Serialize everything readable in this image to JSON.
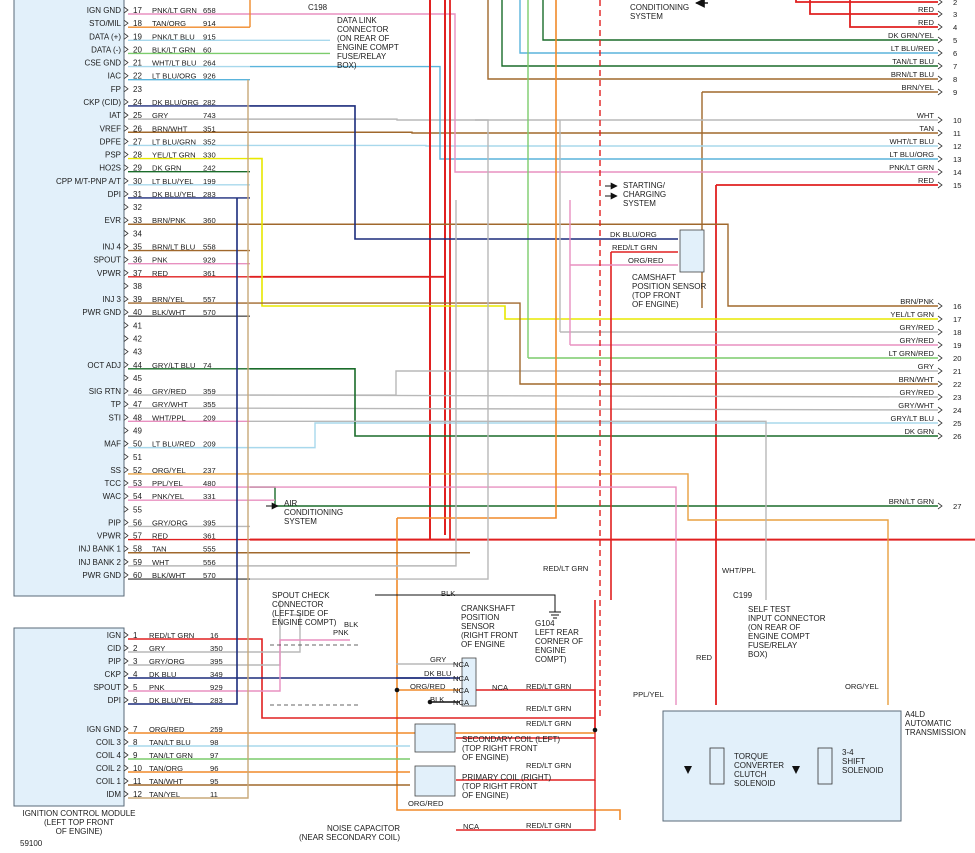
{
  "figure_id": "59100",
  "ecm_pins": [
    {
      "n": "17",
      "label": "IGN GND",
      "wire": "PNK/LT GRN",
      "circuit": "658",
      "color": "#e890c0"
    },
    {
      "n": "18",
      "label": "STO/MIL",
      "wire": "TAN/ORG",
      "circuit": "914",
      "color": "#f08a2a"
    },
    {
      "n": "19",
      "label": "DATA (+)",
      "wire": "PNK/LT BLU",
      "circuit": "915",
      "color": "#a8d8ec"
    },
    {
      "n": "20",
      "label": "DATA (-)",
      "wire": "BLK/LT GRN",
      "circuit": "60",
      "color": "#7ccc6c"
    },
    {
      "n": "21",
      "label": "CSE GND",
      "wire": "WHT/LT BLU",
      "circuit": "264",
      "color": "#a8d8ec"
    },
    {
      "n": "22",
      "label": "IAC",
      "wire": "LT BLU/ORG",
      "circuit": "926",
      "color": "#5ab4dc"
    },
    {
      "n": "23",
      "label": "FP",
      "wire": "",
      "circuit": "",
      "color": ""
    },
    {
      "n": "24",
      "label": "CKP (CID)",
      "wire": "DK BLU/ORG",
      "circuit": "282",
      "color": "#1c2c7c"
    },
    {
      "n": "25",
      "label": "IAT",
      "wire": "GRY",
      "circuit": "743",
      "color": "#b8b8b8"
    },
    {
      "n": "26",
      "label": "VREF",
      "wire": "BRN/WHT",
      "circuit": "351",
      "color": "#a0682c"
    },
    {
      "n": "27",
      "label": "DPFE",
      "wire": "LT BLU/GRN",
      "circuit": "352",
      "color": "#a8d8ec"
    },
    {
      "n": "28",
      "label": "PSP",
      "wire": "YEL/LT GRN",
      "circuit": "330",
      "color": "#e8e800"
    },
    {
      "n": "29",
      "label": "HO2S",
      "wire": "DK GRN",
      "circuit": "242",
      "color": "#1a6c2a"
    },
    {
      "n": "30",
      "label": "CPP M/T-PNP A/T",
      "wire": "LT BLU/YEL",
      "circuit": "199",
      "color": "#a8d8ec"
    },
    {
      "n": "31",
      "label": "DPI",
      "wire": "DK BLU/YEL",
      "circuit": "283",
      "color": "#1c2c7c"
    },
    {
      "n": "32",
      "label": "",
      "wire": "",
      "circuit": "",
      "color": ""
    },
    {
      "n": "33",
      "label": "EVR",
      "wire": "BRN/PNK",
      "circuit": "360",
      "color": "#a0682c"
    },
    {
      "n": "34",
      "label": "",
      "wire": "",
      "circuit": "",
      "color": ""
    },
    {
      "n": "35",
      "label": "INJ 4",
      "wire": "BRN/LT BLU",
      "circuit": "558",
      "color": "#a0682c"
    },
    {
      "n": "36",
      "label": "SPOUT",
      "wire": "PNK",
      "circuit": "929",
      "color": "#e890c0"
    },
    {
      "n": "37",
      "label": "VPWR",
      "wire": "RED",
      "circuit": "361",
      "color": "#e02020"
    },
    {
      "n": "38",
      "label": "",
      "wire": "",
      "circuit": "",
      "color": ""
    },
    {
      "n": "39",
      "label": "INJ 3",
      "wire": "BRN/YEL",
      "circuit": "557",
      "color": "#a0682c"
    },
    {
      "n": "40",
      "label": "PWR GND",
      "wire": "BLK/WHT",
      "circuit": "570",
      "color": "#555555"
    },
    {
      "n": "41",
      "label": "",
      "wire": "",
      "circuit": "",
      "color": ""
    },
    {
      "n": "42",
      "label": "",
      "wire": "",
      "circuit": "",
      "color": ""
    },
    {
      "n": "43",
      "label": "",
      "wire": "",
      "circuit": "",
      "color": ""
    },
    {
      "n": "44",
      "label": "OCT ADJ",
      "wire": "GRY/LT BLU",
      "circuit": "74",
      "color": "#1a6c2a"
    },
    {
      "n": "45",
      "label": "",
      "wire": "",
      "circuit": "",
      "color": ""
    },
    {
      "n": "46",
      "label": "SIG RTN",
      "wire": "GRY/RED",
      "circuit": "359",
      "color": "#b8b8b8"
    },
    {
      "n": "47",
      "label": "TP",
      "wire": "GRY/WHT",
      "circuit": "355",
      "color": "#b8b8b8"
    },
    {
      "n": "48",
      "label": "STI",
      "wire": "WHT/PPL",
      "circuit": "209",
      "color": "#e890c0"
    },
    {
      "n": "49",
      "label": "",
      "wire": "",
      "circuit": "",
      "color": ""
    },
    {
      "n": "50",
      "label": "MAF",
      "wire": "LT BLU/RED",
      "circuit": "209",
      "color": "#a8d8ec"
    },
    {
      "n": "51",
      "label": "",
      "wire": "",
      "circuit": "",
      "color": ""
    },
    {
      "n": "52",
      "label": "SS",
      "wire": "ORG/YEL",
      "circuit": "237",
      "color": "#e8a040"
    },
    {
      "n": "53",
      "label": "TCC",
      "wire": "PPL/YEL",
      "circuit": "480",
      "color": "#e890c0"
    },
    {
      "n": "54",
      "label": "WAC",
      "wire": "PNK/YEL",
      "circuit": "331",
      "color": "#e890c0"
    },
    {
      "n": "55",
      "label": "",
      "wire": "",
      "circuit": "",
      "color": ""
    },
    {
      "n": "56",
      "label": "PIP",
      "wire": "GRY/ORG",
      "circuit": "395",
      "color": "#b8b8b8"
    },
    {
      "n": "57",
      "label": "VPWR",
      "wire": "RED",
      "circuit": "361",
      "color": "#e02020"
    },
    {
      "n": "58",
      "label": "INJ BANK 1",
      "wire": "TAN",
      "circuit": "555",
      "color": "#a0682c"
    },
    {
      "n": "59",
      "label": "INJ BANK 2",
      "wire": "WHT",
      "circuit": "556",
      "color": "#b8b8b8"
    },
    {
      "n": "60",
      "label": "PWR GND",
      "wire": "BLK/WHT",
      "circuit": "570",
      "color": "#555555"
    }
  ],
  "icm_pins": [
    {
      "n": "1",
      "label": "IGN",
      "wire": "RED/LT GRN",
      "circuit": "16",
      "color": "#e02020"
    },
    {
      "n": "2",
      "label": "CID",
      "wire": "GRY",
      "circuit": "350",
      "color": "#b8b8b8"
    },
    {
      "n": "3",
      "label": "PIP",
      "wire": "GRY/ORG",
      "circuit": "395",
      "color": "#b8b8b8"
    },
    {
      "n": "4",
      "label": "CKP",
      "wire": "DK BLU",
      "circuit": "349",
      "color": "#1c2c7c"
    },
    {
      "n": "5",
      "label": "SPOUT",
      "wire": "PNK",
      "circuit": "929",
      "color": "#e890c0"
    },
    {
      "n": "6",
      "label": "DPI",
      "wire": "DK BLU/YEL",
      "circuit": "283",
      "color": "#1c2c7c"
    },
    {
      "n": "7",
      "label": "IGN GND",
      "wire": "ORG/RED",
      "circuit": "259",
      "color": "#f08a2a"
    },
    {
      "n": "8",
      "label": "COIL 3",
      "wire": "TAN/LT BLU",
      "circuit": "98",
      "color": "#a8d8ec"
    },
    {
      "n": "9",
      "label": "COIL 4",
      "wire": "TAN/LT GRN",
      "circuit": "97",
      "color": "#7ccc6c"
    },
    {
      "n": "10",
      "label": "COIL 2",
      "wire": "TAN/ORG",
      "circuit": "96",
      "color": "#f08a2a"
    },
    {
      "n": "11",
      "label": "COIL 1",
      "wire": "TAN/WHT",
      "circuit": "95",
      "color": "#a0682c"
    },
    {
      "n": "12",
      "label": "IDM",
      "wire": "TAN/YEL",
      "circuit": "11",
      "color": "#e8c040"
    }
  ],
  "right_wires": [
    {
      "n": "2",
      "label": "",
      "color": "#e02020"
    },
    {
      "n": "3",
      "label": "RED",
      "color": "#e02020"
    },
    {
      "n": "4",
      "label": "RED",
      "color": "#e02020"
    },
    {
      "n": "5",
      "label": "DK GRN/YEL",
      "color": "#1a6c2a"
    },
    {
      "n": "6",
      "label": "LT BLU/RED",
      "color": "#5ab4dc"
    },
    {
      "n": "7",
      "label": "TAN/LT BLU",
      "color": "#1a6c2a"
    },
    {
      "n": "8",
      "label": "BRN/LT BLU",
      "color": "#a0682c"
    },
    {
      "n": "9",
      "label": "BRN/YEL",
      "color": "#a0682c"
    },
    {
      "n": "10",
      "label": "WHT",
      "color": "#b8b8b8"
    },
    {
      "n": "11",
      "label": "TAN",
      "color": "#a0682c"
    },
    {
      "n": "12",
      "label": "WHT/LT BLU",
      "color": "#a8d8ec"
    },
    {
      "n": "13",
      "label": "LT BLU/ORG",
      "color": "#5ab4dc"
    },
    {
      "n": "14",
      "label": "PNK/LT GRN",
      "color": "#e890c0"
    },
    {
      "n": "15",
      "label": "RED",
      "color": "#e02020"
    },
    {
      "n": "16",
      "label": "BRN/PNK",
      "color": "#a0682c"
    },
    {
      "n": "17",
      "label": "YEL/LT GRN",
      "color": "#e8e800"
    },
    {
      "n": "18",
      "label": "GRY/RED",
      "color": "#b8b8b8"
    },
    {
      "n": "19",
      "label": "GRY/RED",
      "color": "#e890c0"
    },
    {
      "n": "20",
      "label": "LT GRN/RED",
      "color": "#7ccc6c"
    },
    {
      "n": "21",
      "label": "GRY",
      "color": "#b8b8b8"
    },
    {
      "n": "22",
      "label": "BRN/WHT",
      "color": "#a0682c"
    },
    {
      "n": "23",
      "label": "GRY/RED",
      "color": "#b8b8b8"
    },
    {
      "n": "24",
      "label": "GRY/WHT",
      "color": "#b8b8b8"
    },
    {
      "n": "25",
      "label": "GRY/LT BLU",
      "color": "#a8d8ec"
    },
    {
      "n": "26",
      "label": "DK GRN",
      "color": "#1a6c2a"
    },
    {
      "n": "27",
      "label": "BRN/LT GRN",
      "color": "#1a6c2a"
    }
  ],
  "labels": {
    "top_system": "CONDITIONING\nSYSTEM",
    "c198": "C198",
    "data_link": "DATA LINK\nCONNECTOR\n(ON REAR OF\nENGINE COMPT\nFUSE/RELAY\nBOX)",
    "starting": "STARTING/\nCHARGING\nSYSTEM",
    "cmp_wire1": "DK BLU/ORG",
    "cmp_wire2": "RED/LT GRN",
    "cmp_wire3": "ORG/RED",
    "cmp": "CAMSHAFT\nPOSITION SENSOR\n(TOP FRONT\nOF ENGINE)",
    "ac_system": "AIR\nCONDITIONING\nSYSTEM",
    "red_lt_grn": "RED/LT GRN",
    "spout": "SPOUT CHECK\nCONNECTOR\n(LEFT SIDE OF\nENGINE COMPT)",
    "blk": "BLK",
    "pnk": "PNK",
    "ckp": "CRANKSHAFT\nPOSITION\nSENSOR\n(RIGHT FRONT\nOF ENGINE",
    "g104": "G104\nLEFT REAR\nCORNER OF\nENGINE\nCOMPT)",
    "gry": "GRY",
    "dk_blu": "DK BLU",
    "org_red": "ORG/RED",
    "nca": "NCA",
    "sec_coil": "SECONDARY COIL (LEFT)\n(TOP RIGHT FRONT\nOF ENGINE)",
    "pri_coil": "PRIMARY COIL (RIGHT)\n(TOP RIGHT FRONT\nOF ENGINE)",
    "noise_cap": "NOISE CAPACITOR\n(NEAR SECONDARY COIL)",
    "icm": "IGNITION CONTROL MODULE\n(LEFT TOP FRONT\nOF ENGINE)",
    "wht_ppl": "WHT/PPL",
    "c199": "C199",
    "self_test": "SELF TEST\nINPUT CONNECTOR\n(ON REAR OF\nENGINE COMPT\nFUSE/RELAY\nBOX)",
    "red": "RED",
    "ppl_yel": "PPL/YEL",
    "org_yel": "ORG/YEL",
    "a4ld": "A4LD\nAUTOMATIC\nTRANSMISSION",
    "tcc_sol": "TORQUE\nCONVERTER\nCLUTCH\nSOLENOID",
    "shift_sol": "3-4\nSHIFT\nSOLENOID"
  }
}
